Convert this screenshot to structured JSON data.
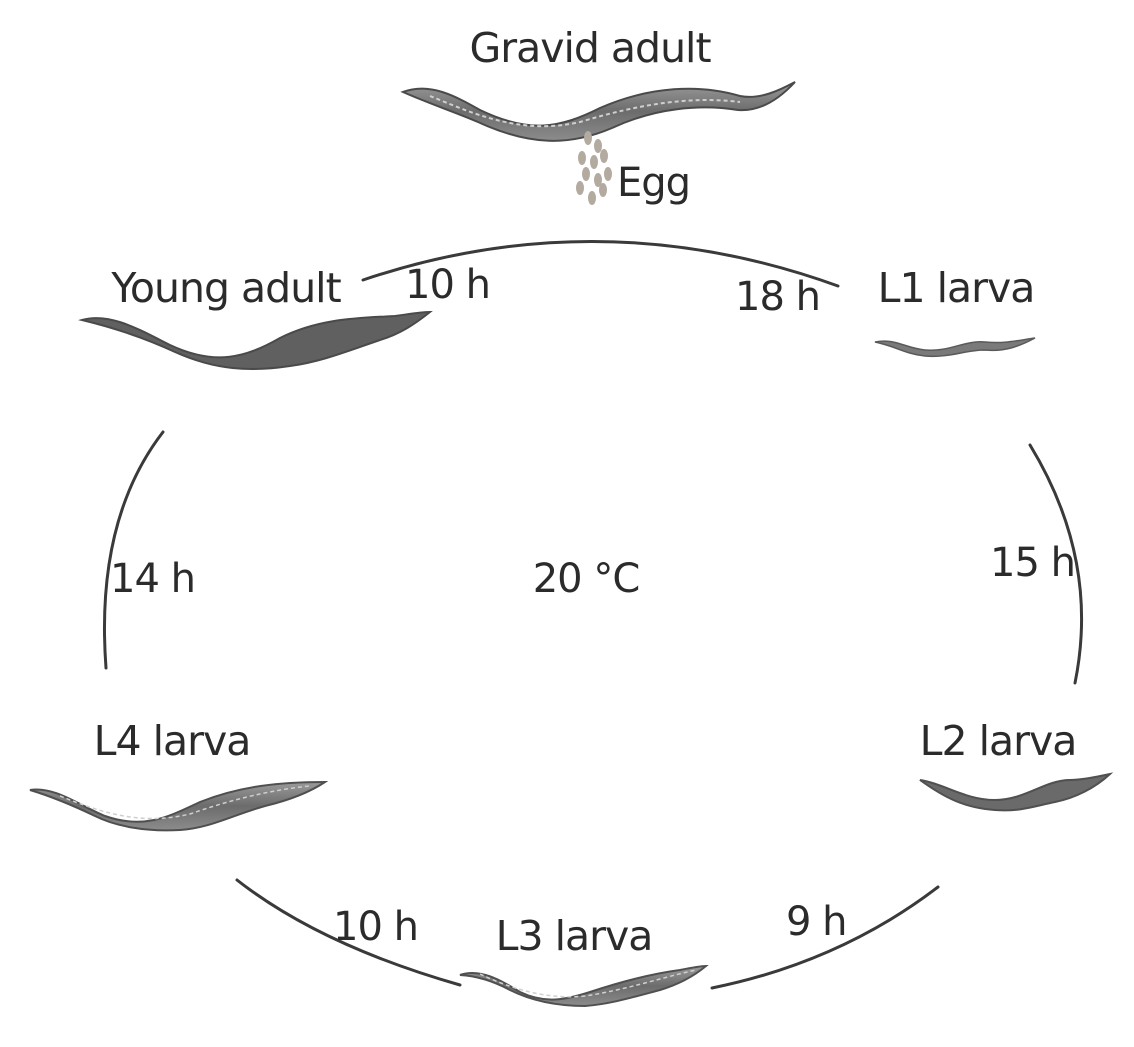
{
  "stages": {
    "gravid_adult": "Gravid adult",
    "egg": "Egg",
    "l1": "L1 larva",
    "l2": "L2 larva",
    "l3": "L3 larva",
    "l4": "L4 larva",
    "young_adult": "Young adult"
  },
  "durations": {
    "egg_to_l1": "18 h",
    "l1_to_l2": "15 h",
    "l2_to_l3": "9 h",
    "l3_to_l4": "10 h",
    "l4_to_young_adult": "14 h",
    "young_adult_to_gravid": "10 h"
  },
  "temperature": "20 °C",
  "colors": {
    "line": "#3a3a3a",
    "worm_dark": "#5f5f5f",
    "worm_mid": "#7d7d7d",
    "egg": "#b3aaa0"
  }
}
